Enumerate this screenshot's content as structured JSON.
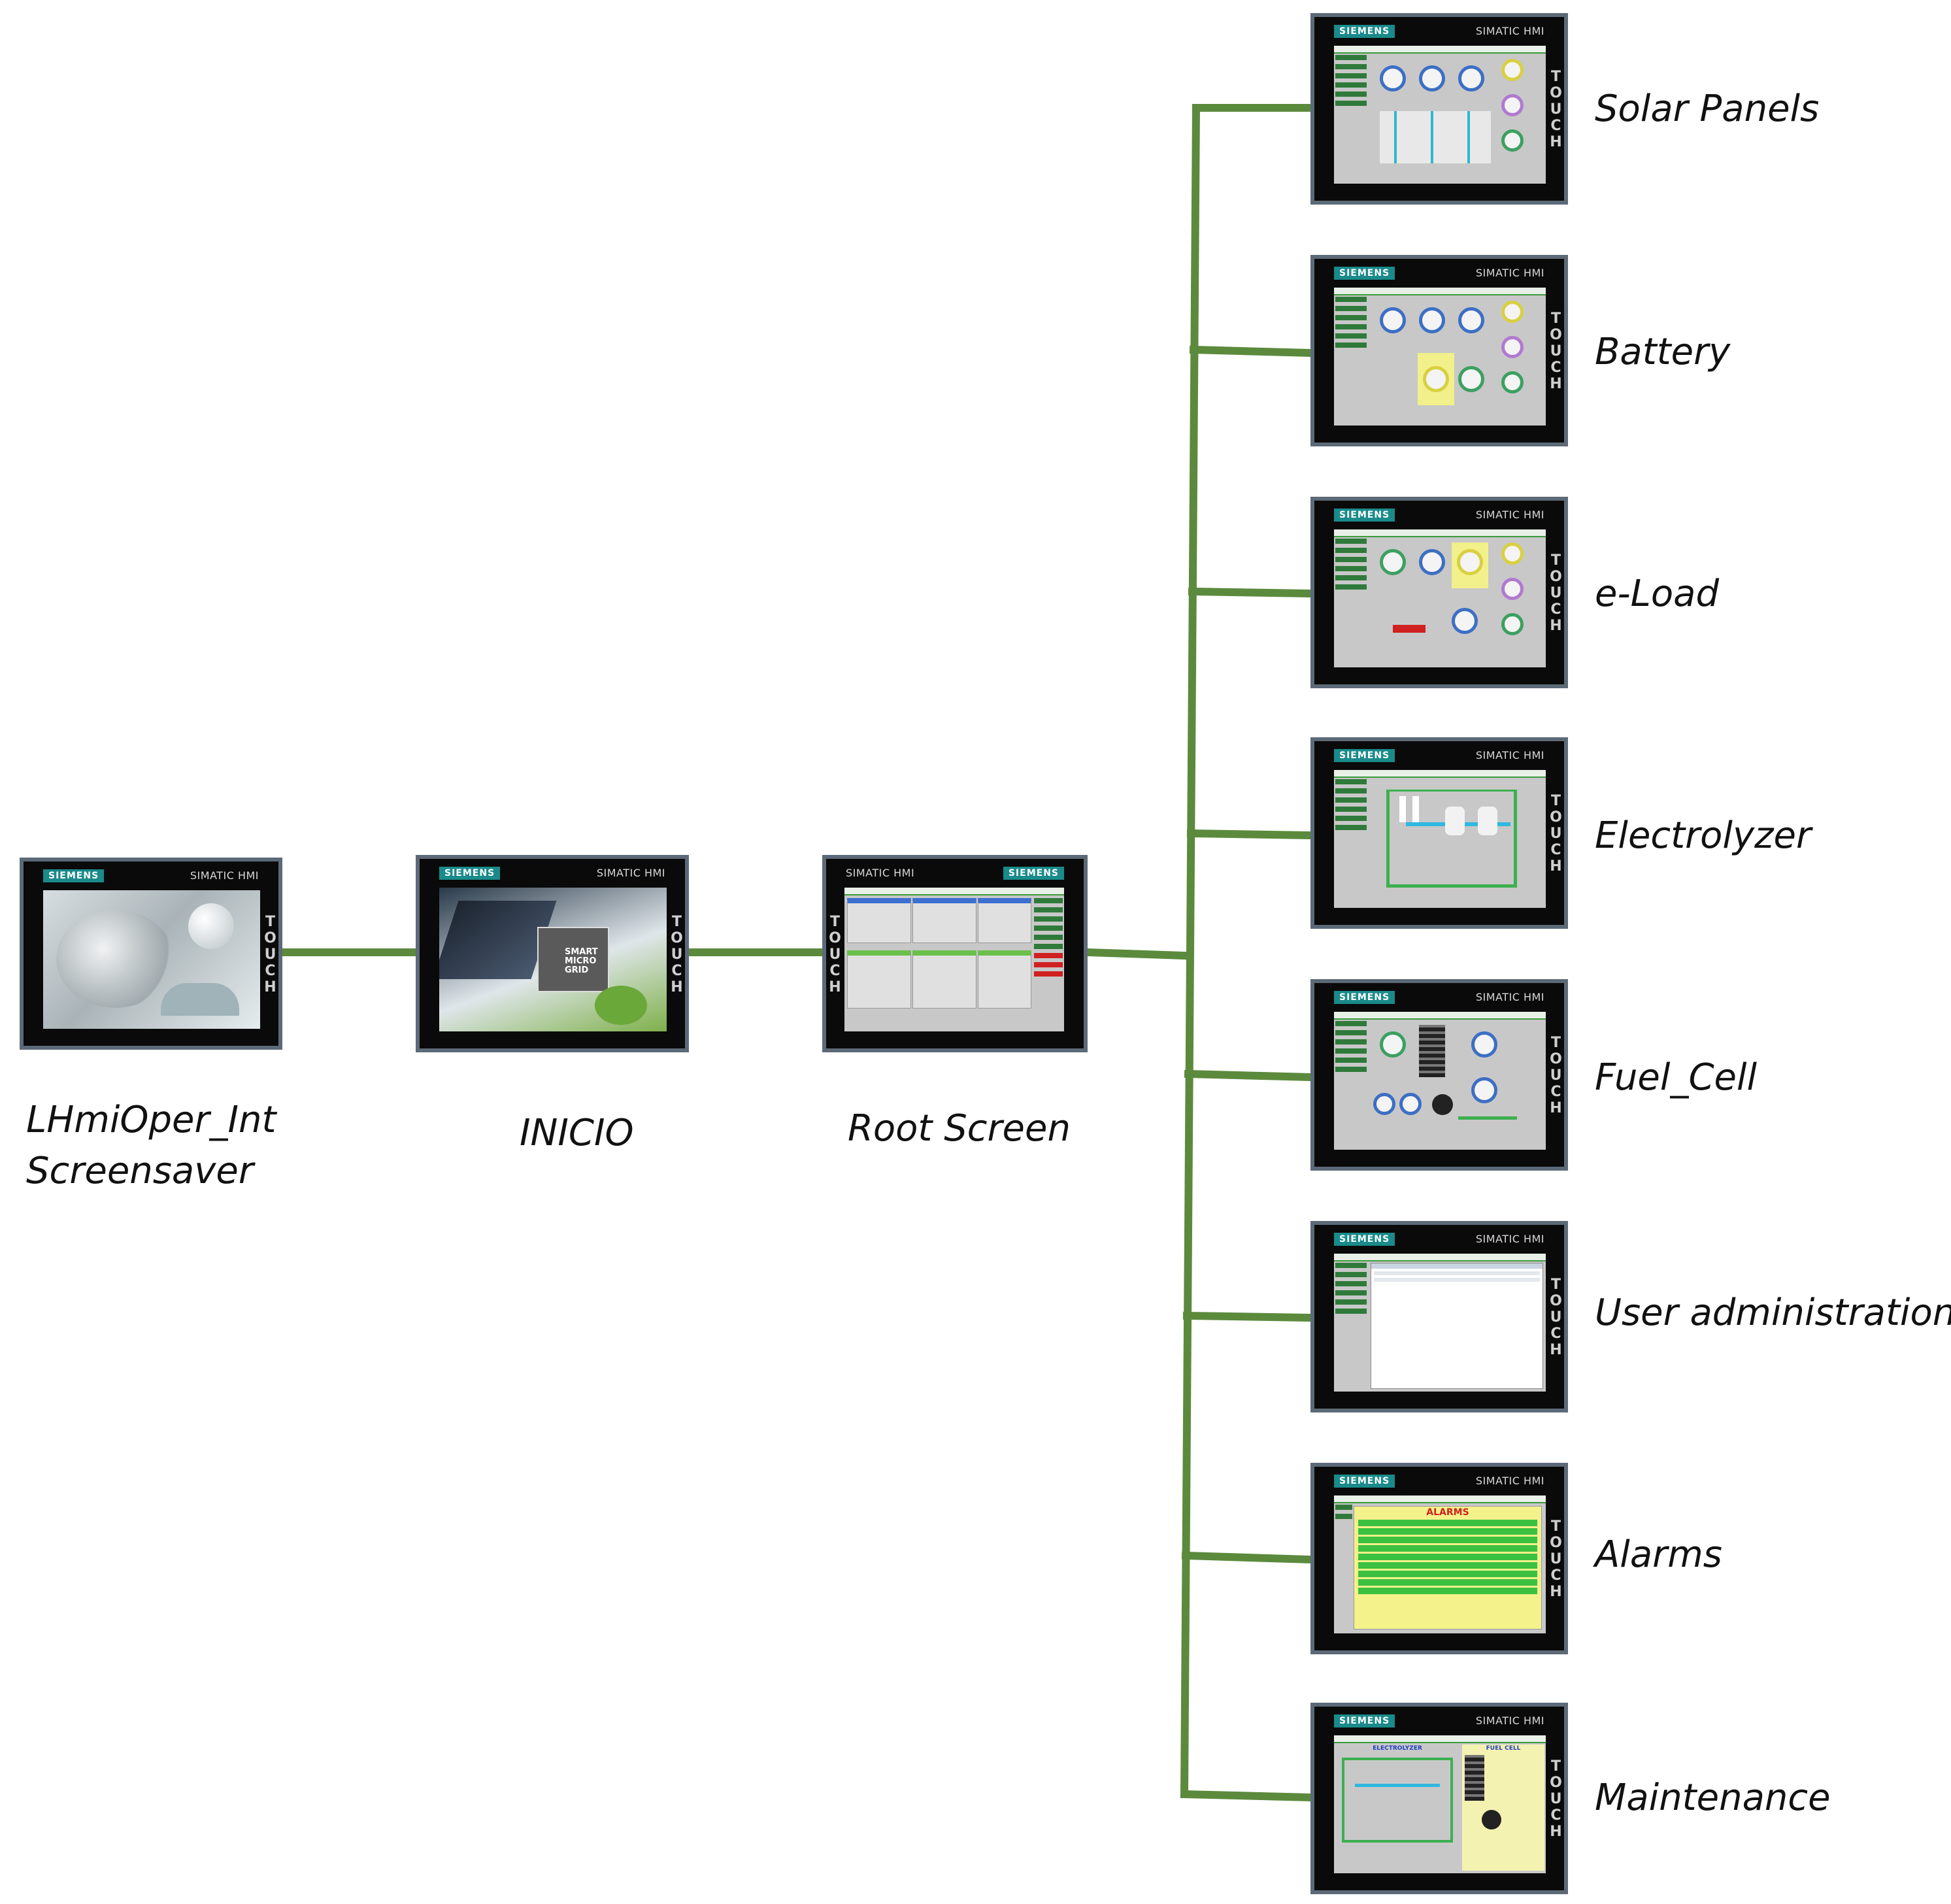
{
  "device": {
    "brand": "SIEMENS",
    "model": "SIMATIC HMI",
    "side_text": "TOUCH"
  },
  "screens": {
    "screensaver": {
      "label_line1": "LHmiOper_Int",
      "label_line2": "Screensaver"
    },
    "inicio": {
      "label": "INICIO"
    },
    "root": {
      "label": "Root Screen"
    },
    "branches": [
      {
        "label": "Solar Panels"
      },
      {
        "label": "Battery"
      },
      {
        "label": "e-Load"
      },
      {
        "label": "Electrolyzer"
      },
      {
        "label": "Fuel_Cell"
      },
      {
        "label": "User administration"
      },
      {
        "label": "Alarms"
      },
      {
        "label": "Maintenance"
      }
    ]
  },
  "thumbnail_texts": {
    "inicio_logo": "SMART MICRO GRID",
    "alarms_title": "ALARMS",
    "maintenance_left": "ELECTROLYZER",
    "maintenance_right": "FUEL CELL"
  },
  "colors": {
    "connector": "#5b8a3c",
    "device_frame": "#5c6a78",
    "brand_badge": "#1a8a8a"
  }
}
